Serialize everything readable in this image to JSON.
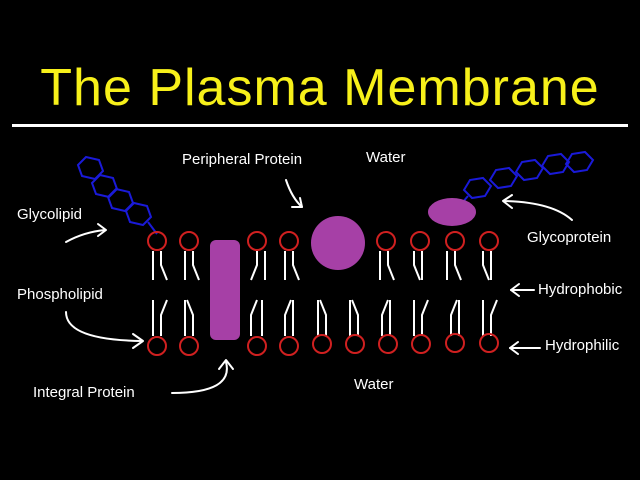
{
  "title": "The Plasma Membrane",
  "labels": {
    "peripheral_protein": "Peripheral Protein",
    "water_top": "Water",
    "glycolipid": "Glycolipid",
    "glycoprotein": "Glycoprotein",
    "phospholipid": "Phospholipid",
    "hydrophobic": "Hydrophobic",
    "hydrophilic": "Hydrophilic",
    "integral_protein": "Integral Protein",
    "water_bottom": "Water"
  },
  "colors": {
    "title": "#f7f01a",
    "head_stroke": "#d02020",
    "protein": "#a640a6",
    "sugar_chain": "#1a1ad8",
    "text": "#ffffff"
  }
}
